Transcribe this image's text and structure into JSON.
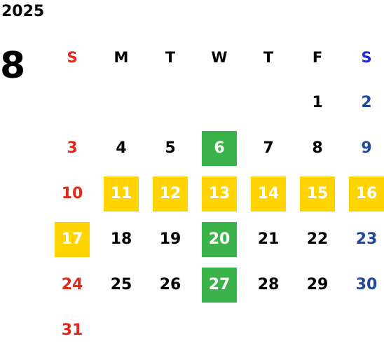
{
  "year": "2025",
  "month": "8",
  "weekdays": [
    "S",
    "M",
    "T",
    "W",
    "T",
    "F",
    "S"
  ],
  "weeks": [
    [
      "",
      "",
      "",
      "",
      "",
      "1",
      "2"
    ],
    [
      "3",
      "4",
      "5",
      "6",
      "7",
      "8",
      "9"
    ],
    [
      "10",
      "11",
      "12",
      "13",
      "14",
      "15",
      "16"
    ],
    [
      "17",
      "18",
      "19",
      "20",
      "21",
      "22",
      "23"
    ],
    [
      "24",
      "25",
      "26",
      "27",
      "28",
      "29",
      "30"
    ],
    [
      "31",
      "",
      "",
      "",
      "",
      "",
      ""
    ]
  ],
  "highlight_colors": {
    "yellow": "#ffd400",
    "green": "#3bb34a",
    "sunday_text": "#e02a1c",
    "saturday_text": "#1f4a99"
  },
  "highlighted_yellow": [
    "11",
    "12",
    "13",
    "14",
    "15",
    "16",
    "17"
  ],
  "highlighted_green": [
    "6",
    "20",
    "27"
  ]
}
